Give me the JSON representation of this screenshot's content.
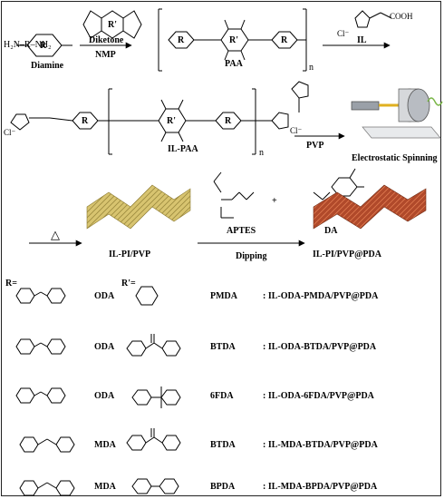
{
  "scheme": {
    "step1": {
      "diamine_formula": "H₂N–R–NH₂",
      "diamine_name": "Diamine",
      "dianhydride_label": "Diketone",
      "solvent": "NMP",
      "intermediate_name": "PAA",
      "ring_R": "R",
      "ring_Rprime": "R'",
      "repeat_index": "n"
    },
    "step2": {
      "reagent_formula": "COOH",
      "reagent_name": "IL",
      "chloride": "Cl⁻",
      "product_name": "IL-PAA",
      "polymer_additive": "PVP",
      "process": "Electrostatic Spinning"
    },
    "step3": {
      "heat_symbol": "△",
      "membrane_name": "IL-PI/PVP",
      "silane_name": "APTES",
      "amine_name": "DA",
      "process": "Dipping",
      "final_name": "IL-PI/PVP@PDA",
      "plus": "+"
    }
  },
  "legend": {
    "r_header": "R=",
    "rprime_header": "R'=",
    "rows": [
      {
        "r": "ODA",
        "rprime": "PMDA",
        "product": ": IL-ODA-PMDA/PVP@PDA"
      },
      {
        "r": "ODA",
        "rprime": "BTDA",
        "product": ": IL-ODA-BTDA/PVP@PDA"
      },
      {
        "r": "ODA",
        "rprime": "6FDA",
        "product": ": IL-ODA-6FDA/PVP@PDA"
      },
      {
        "r": "MDA",
        "rprime": "BTDA",
        "product": ": IL-MDA-BTDA/PVP@PDA"
      },
      {
        "r": "MDA",
        "rprime": "BPDA",
        "product": ": IL-MDA-BPDA/PVP@PDA"
      }
    ]
  },
  "colors": {
    "membrane_plain": "#d8c470",
    "membrane_coated": "#b0492a"
  }
}
